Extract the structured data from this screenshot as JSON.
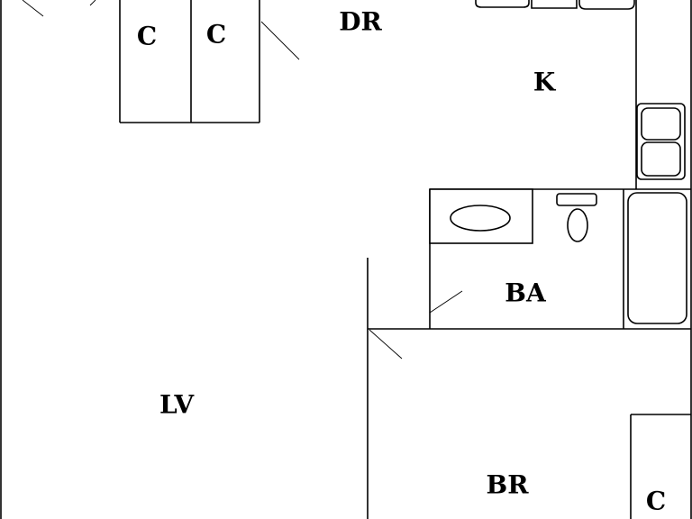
{
  "rooms": {
    "closet_1": "C",
    "closet_2": "C",
    "dining": "DR",
    "kitchen": "K",
    "bath": "BA",
    "living": "LV",
    "bedroom": "BR",
    "closet_3": "C"
  }
}
